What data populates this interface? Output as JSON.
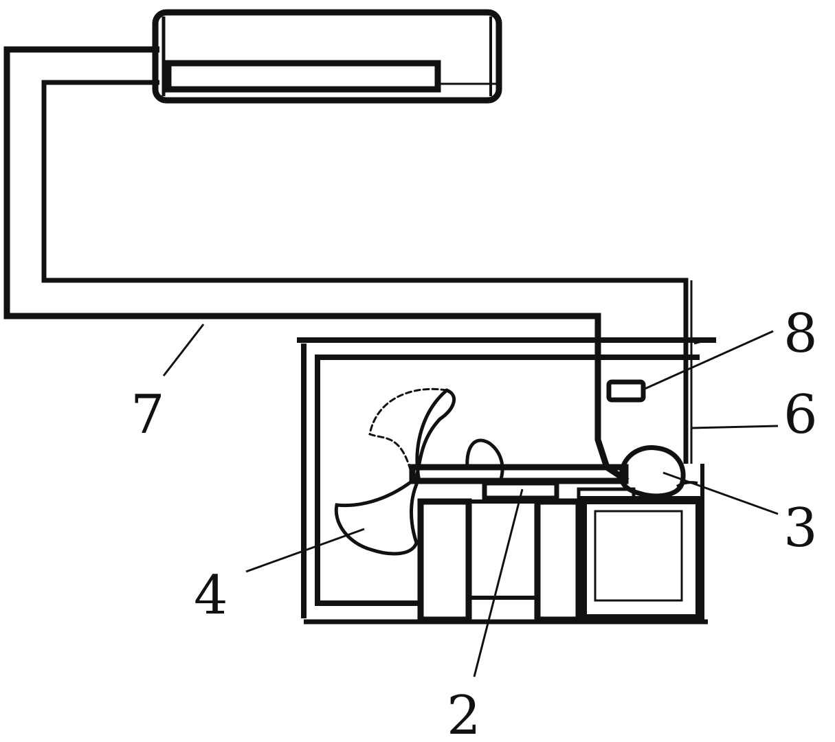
{
  "colors": {
    "ink": "#111111",
    "background": "#ffffff"
  },
  "labels": {
    "l2": "2",
    "l3": "3",
    "l4": "4",
    "l6": "6",
    "l7": "7",
    "l8": "8"
  }
}
